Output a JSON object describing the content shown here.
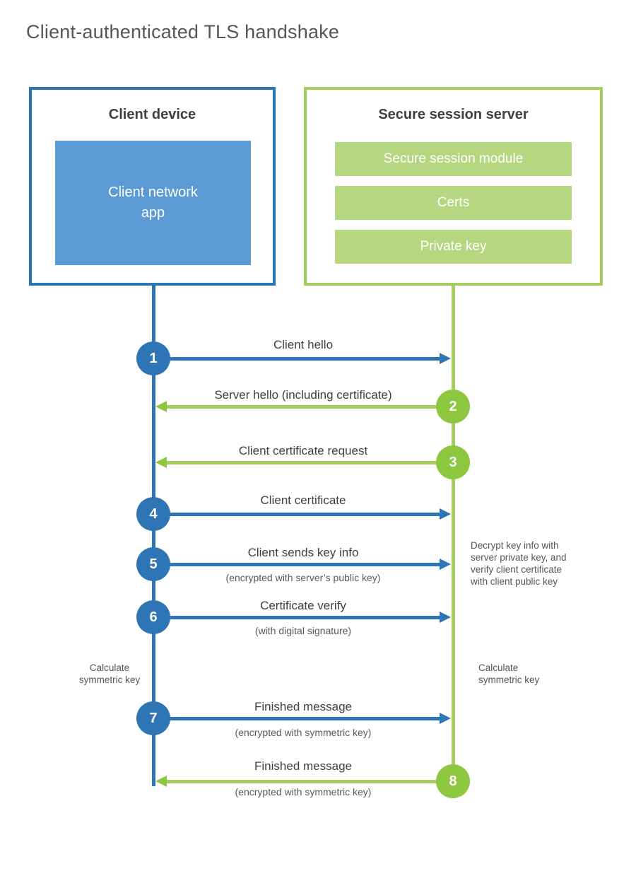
{
  "title": "Client-authenticated TLS handshake",
  "colors": {
    "blue": "#2E75B6",
    "blue_fill": "#5B9BD5",
    "green_circle": "#8DC63F",
    "green_line": "#A2CE5E",
    "green_fill": "#B5D780",
    "heading_text": "#404040",
    "label_text": "#3F3F3F",
    "note_text": "#555555"
  },
  "client_box": {
    "title": "Client device",
    "app_lines": [
      "Client network",
      "app"
    ]
  },
  "server_box": {
    "title": "Secure session server",
    "modules": [
      "Secure session module",
      "Certs",
      "Private key"
    ]
  },
  "messages": [
    {
      "num": "1",
      "label": "Client hello",
      "from": "client"
    },
    {
      "num": "2",
      "label": "Server hello (including certificate)",
      "from": "server"
    },
    {
      "num": "3",
      "label": "Client certificate request",
      "from": "server"
    },
    {
      "num": "4",
      "label": "Client certificate",
      "from": "client"
    },
    {
      "num": "5",
      "label": "Client sends key info",
      "sub": "(encrypted with server’s public key)",
      "from": "client"
    },
    {
      "num": "6",
      "label": "Certificate verify",
      "sub": "(with digital signature)",
      "from": "client"
    },
    {
      "num": "7",
      "label": "Finished message",
      "sub": "(encrypted with symmetric key)",
      "from": "client"
    },
    {
      "num": "8",
      "label": "Finished message",
      "sub": "(encrypted with symmetric key)",
      "from": "server"
    }
  ],
  "annotations": {
    "decrypt_lines": [
      "Decrypt key info with",
      "server private key, and",
      "verify client certificate",
      "with client public key"
    ],
    "calc_left_lines": [
      "Calculate",
      "symmetric key"
    ],
    "calc_right_lines": [
      "Calculate",
      "symmetric key"
    ]
  }
}
